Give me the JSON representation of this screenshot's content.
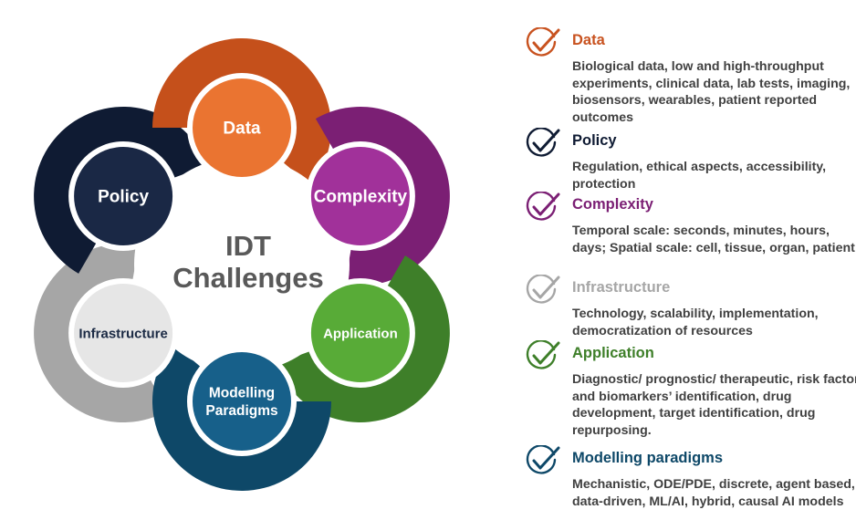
{
  "center": {
    "line1": "IDT",
    "line2": "Challenges"
  },
  "segments": [
    {
      "label_lines": [
        "Data"
      ],
      "ring_color": "#c5501b",
      "circle_color": "#ea7431",
      "text_color": "#ffffff"
    },
    {
      "label_lines": [
        "Complexity"
      ],
      "ring_color": "#7b1f74",
      "circle_color": "#a1319a",
      "text_color": "#ffffff"
    },
    {
      "label_lines": [
        "Application"
      ],
      "ring_color": "#3e7f29",
      "circle_color": "#58ab37",
      "text_color": "#ffffff"
    },
    {
      "label_lines": [
        "Modelling",
        "Paradigms"
      ],
      "ring_color": "#0e4868",
      "circle_color": "#17608a",
      "text_color": "#ffffff"
    },
    {
      "label_lines": [
        "Infrastructure"
      ],
      "ring_color": "#a6a6a6",
      "circle_color": "#e6e6e6",
      "text_color": "#1b2a44"
    },
    {
      "label_lines": [
        "Policy"
      ],
      "ring_color": "#0f1b33",
      "circle_color": "#1a2845",
      "text_color": "#ffffff"
    }
  ],
  "legend": [
    {
      "title": "Data",
      "color": "#c8521f",
      "desc": "Biological data, low and high-throughput experiments, clinical data, lab tests, imaging, biosensors, wearables, patient reported outcomes"
    },
    {
      "title": "Policy",
      "color": "#0f1b33",
      "desc": "Regulation, ethical aspects, accessibility, protection"
    },
    {
      "title": "Complexity",
      "color": "#7b1f74",
      "desc": "Temporal scale: seconds, minutes, hours, days; Spatial scale: cell, tissue, organ, patient"
    },
    {
      "title": "Infrastructure",
      "color": "#a6a6a6",
      "desc": "Technology, scalability, implementation, democratization of resources"
    },
    {
      "title": "Application",
      "color": "#3e7f29",
      "desc": "Diagnostic/ prognostic/ therapeutic, risk factor and biomarkers’ identification, drug development, target identification, drug repurposing."
    },
    {
      "title": "Modelling paradigms",
      "color": "#0e4868",
      "desc": "Mechanistic, ODE/PDE, discrete, agent based, data-driven, ML/AI, hybrid, causal AI models"
    }
  ]
}
